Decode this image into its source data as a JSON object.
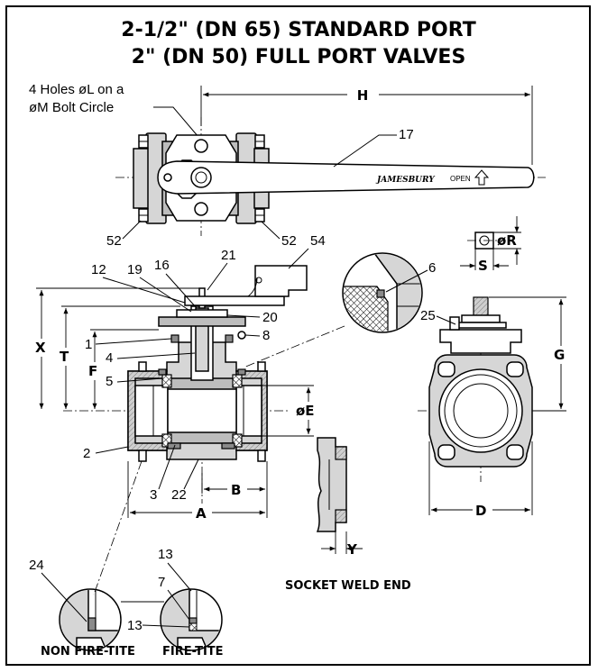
{
  "title": {
    "line1": "2-1/2\" (DN 65) STANDARD PORT",
    "line2": "2\" (DN 50) FULL PORT VALVES"
  },
  "note": {
    "line1": "4 Holes øL on a",
    "line2": "øM Bolt Circle"
  },
  "brand_text": "JAMESBURY",
  "handle_text": "OPEN",
  "dimensions": {
    "H": "H",
    "X": "X",
    "T": "T",
    "F": "F",
    "E": "øE",
    "A": "A",
    "B": "B",
    "D": "D",
    "G": "G",
    "R": "øR",
    "S": "S",
    "Y": "Y"
  },
  "parts": {
    "p17": "17",
    "p52a": "52",
    "p52b": "52",
    "p54": "54",
    "p21": "21",
    "p12": "12",
    "p19": "19",
    "p16": "16",
    "p20": "20",
    "p8": "8",
    "p1": "1",
    "p4": "4",
    "p5": "5",
    "p2": "2",
    "p3": "3",
    "p22": "22",
    "p6": "6",
    "p25": "25",
    "p24": "24",
    "p13a": "13",
    "p7": "7",
    "p13b": "13"
  },
  "captions": {
    "socket_weld": "SOCKET WELD END",
    "non_fire_tite": "NON FIRE-TITE",
    "fire_tite": "FIRE-TITE"
  },
  "icons": [
    "arrow-up-icon"
  ]
}
